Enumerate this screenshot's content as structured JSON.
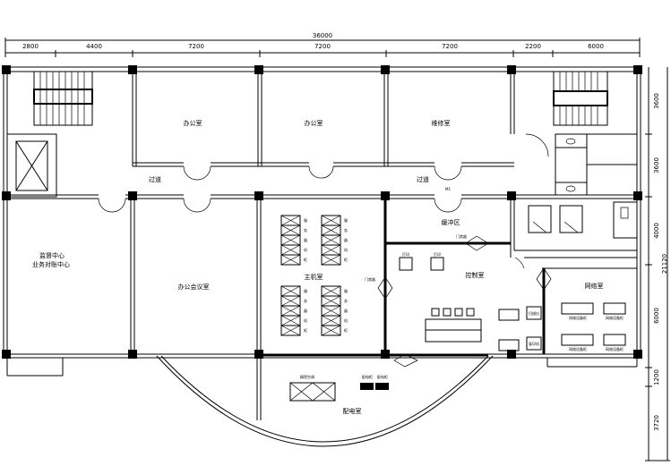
{
  "dimensions": {
    "total_width": "36000",
    "top_segments": [
      "2800",
      "4400",
      "7200",
      "7200",
      "7200",
      "2200",
      "6000"
    ],
    "total_height": "21120",
    "right_segments": [
      "3600",
      "3600",
      "4000",
      "6000",
      "1200",
      "3720"
    ]
  },
  "rooms": {
    "office_1": "办公室",
    "office_2": "办公室",
    "repair_room": "维修室",
    "corridor_left": "过道",
    "corridor_right": "过道",
    "monitor_center_line1": "监督中心",
    "monitor_center_line2": "业务对账中心",
    "meeting_room": "办公会议室",
    "server_room": "主机室",
    "buffer_zone": "缓冲区",
    "control_room": "控制室",
    "network_room": "网络室",
    "power_room": "配电室"
  },
  "equipment": {
    "server_rack_label": [
      "服",
      "务",
      "器",
      "机",
      "柜"
    ],
    "printer_1": "打印",
    "printer_2": "打印",
    "scanner": "扫描仪",
    "copier": "复印机",
    "network_cabinet": "网络设备柜",
    "power_cabinet_1": "配电柜",
    "power_cabinet_2": "配电柜",
    "ups": "精密空调",
    "access_control": "门禁器",
    "door_tag": "M1"
  }
}
